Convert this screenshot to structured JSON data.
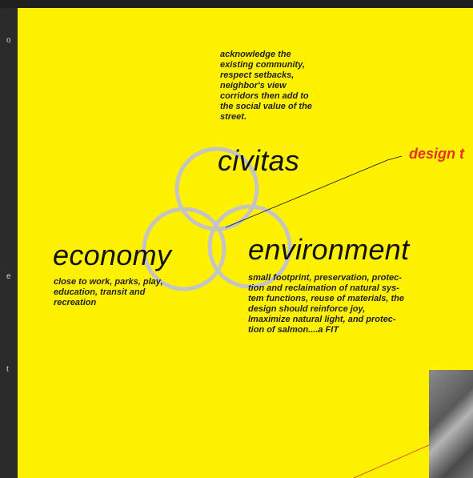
{
  "left_fragments": [
    "o",
    "e",
    "t"
  ],
  "civitas": {
    "title": "civitas",
    "description": "acknowledge the existing community, respect  setbacks, neighbor's view corridors then add to the social value of the street."
  },
  "economy": {
    "title": "economy",
    "description": "close to work, parks, play, education, transit and recreation"
  },
  "environment": {
    "title": "environment",
    "description": "small footprint, preservation, protec-tion and reclaimation of natural sys-tem functions, reuse of materials, the design should reinforce joy, lmaximize natural light, and protec-tion of salmon....a FIT"
  },
  "callout": "design t",
  "colors": {
    "background": "#fff200",
    "circles": "#c4c4c4",
    "accent": "#e8301e",
    "frame": "#2b2b2b"
  }
}
